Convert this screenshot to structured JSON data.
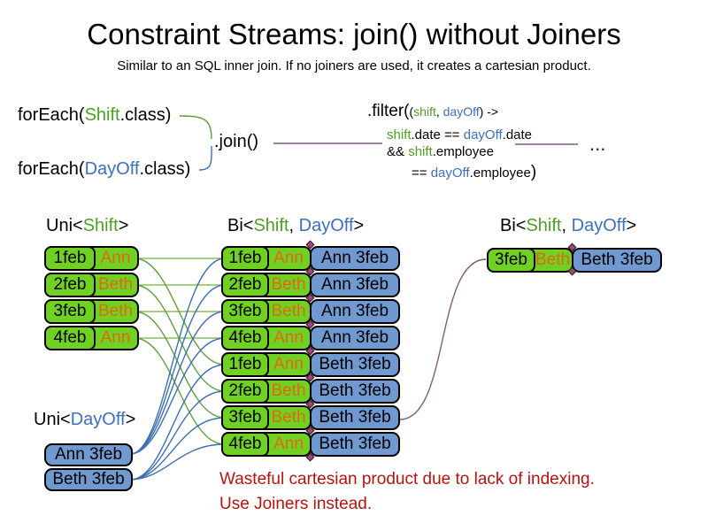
{
  "title": "Constraint Streams: join() without Joiners",
  "subtitle": "Similar to an SQL inner join. If no joiners are used, it creates a cartesian product.",
  "code": {
    "foreach_prefix": "forEach(",
    "shift_class": "Shift",
    "dayoff_class": "DayOff",
    "class_suffix": ".class)",
    "join_label": ".join()",
    "filter": {
      "head": ".filter(",
      "args_open": "(",
      "arg_shift": "shift",
      "args_comma": ", ",
      "arg_dayoff": "dayOff",
      "args_close": ") ->",
      "l2_shift": "shift",
      "l2_mid": ".date == ",
      "l2_dayoff": "dayOff",
      "l2_end": ".date",
      "l3_and": "&& ",
      "l3_shift": "shift",
      "l3_end": ".employee",
      "l4_eq": "== ",
      "l4_dayoff": "dayOff",
      "l4_end": ".employee",
      "l4_close": ")"
    },
    "ellipsis": "..."
  },
  "headers": {
    "uni_shift": {
      "pre": "Uni<",
      "shift": "Shift",
      "post": ">"
    },
    "bi": {
      "pre": "Bi<",
      "shift": "Shift",
      "comma": ", ",
      "dayoff": "DayOff",
      "post": ">"
    },
    "uni_dayoff": {
      "pre": "Uni<",
      "dayoff": "DayOff",
      "post": ">"
    }
  },
  "shift_rows": [
    {
      "date": "1feb",
      "name": "Ann"
    },
    {
      "date": "2feb",
      "name": "Beth"
    },
    {
      "date": "3feb",
      "name": "Beth"
    },
    {
      "date": "4feb",
      "name": "Ann"
    }
  ],
  "dayoff_rows": [
    {
      "label": "Ann 3feb"
    },
    {
      "label": "Beth 3feb"
    }
  ],
  "bi_rows": [
    {
      "date": "1feb",
      "name": "Ann",
      "dayoff": "Ann 3feb"
    },
    {
      "date": "2feb",
      "name": "Beth",
      "dayoff": "Ann 3feb"
    },
    {
      "date": "3feb",
      "name": "Beth",
      "dayoff": "Ann 3feb"
    },
    {
      "date": "4feb",
      "name": "Ann",
      "dayoff": "Ann 3feb"
    },
    {
      "date": "1feb",
      "name": "Ann",
      "dayoff": "Beth 3feb"
    },
    {
      "date": "2feb",
      "name": "Beth",
      "dayoff": "Beth 3feb"
    },
    {
      "date": "3feb",
      "name": "Beth",
      "dayoff": "Beth 3feb"
    },
    {
      "date": "4feb",
      "name": "Ann",
      "dayoff": "Beth 3feb"
    }
  ],
  "result_row": {
    "date": "3feb",
    "name": "Beth",
    "dayoff": "Beth 3feb"
  },
  "note": {
    "line1": "Wasteful cartesian product due to lack of indexing.",
    "line2": "Use Joiners instead."
  },
  "colors": {
    "green_box": "#70d024",
    "blue_box": "#7099d0",
    "orange_text": "#e0690f",
    "code_green": "#4f9e27",
    "code_blue": "#3e6fba",
    "line_green": "#72a844",
    "line_blue": "#3e6fae",
    "line_purple": "#7e5c84",
    "note_red": "#b41410",
    "diamond": "#95506e"
  }
}
